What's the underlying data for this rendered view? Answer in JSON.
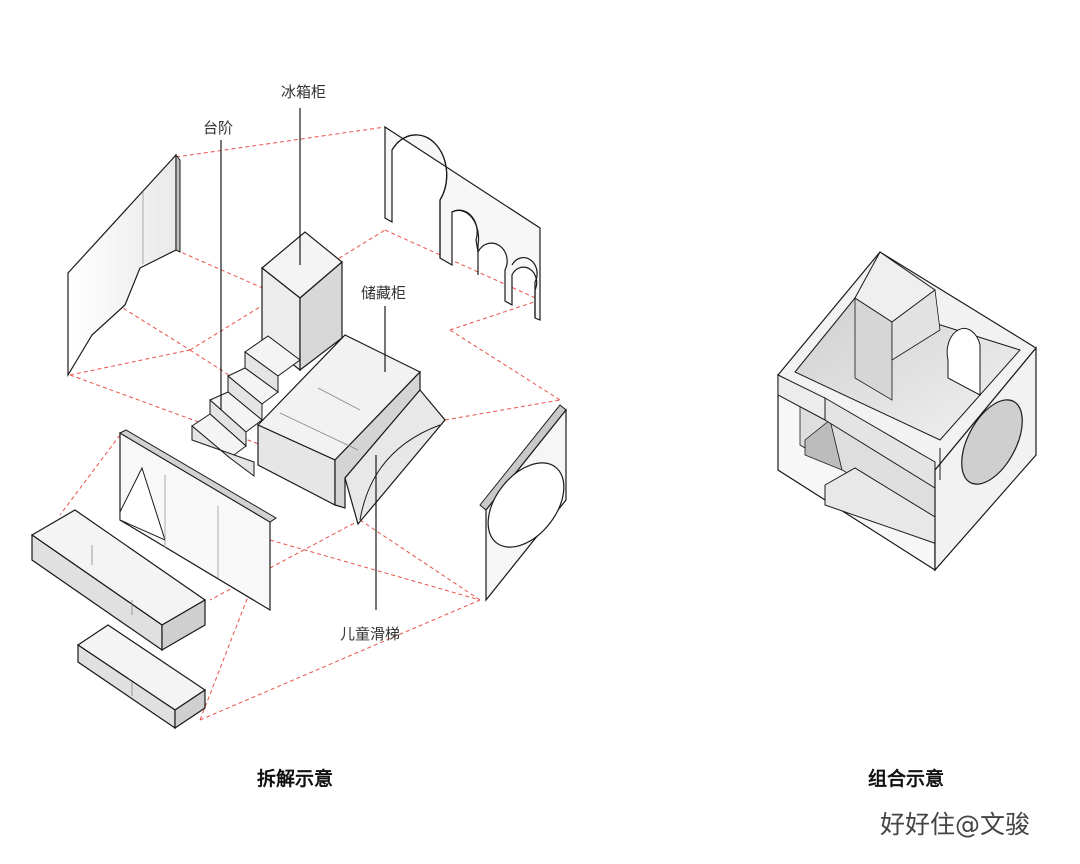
{
  "labels": {
    "fridge_cabinet": "冰箱柜",
    "steps": "台阶",
    "storage_cabinet": "储藏柜",
    "kids_slide": "儿童滑梯"
  },
  "captions": {
    "exploded": "拆解示意",
    "assembled": "组合示意"
  },
  "watermark": "好好住@文骏",
  "colors": {
    "guide_line": "#e8534a",
    "panel_fill": "#f4f4f4",
    "panel_side": "#d8d8d8",
    "panel_top": "#ececec",
    "edge": "#1a1a1a"
  }
}
